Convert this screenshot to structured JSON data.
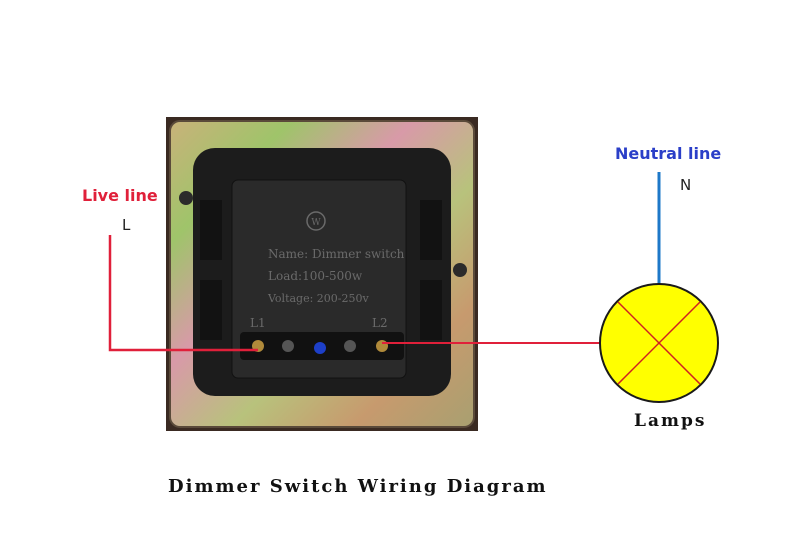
{
  "labels": {
    "live_line": "Live line",
    "live_symbol": "L",
    "neutral_line": "Neutral line",
    "neutral_symbol": "N",
    "lamps": "Lamps",
    "caption": "Dimmer Switch Wiring Diagram"
  },
  "switch": {
    "name": "Name: Dimmer switch",
    "load": "Load:100-500w",
    "voltage": "Voltage: 200-250v",
    "terminal_left": "L1",
    "terminal_right": "L2",
    "logo_letter": "W"
  },
  "colors": {
    "live_wire": "#e0203a",
    "neutral_wire": "#1e78c8",
    "lamp_fill": "#ffff00",
    "lamp_cross": "#d02020",
    "neutral_label": "#2b3fc8",
    "live_label": "#e0203a"
  }
}
